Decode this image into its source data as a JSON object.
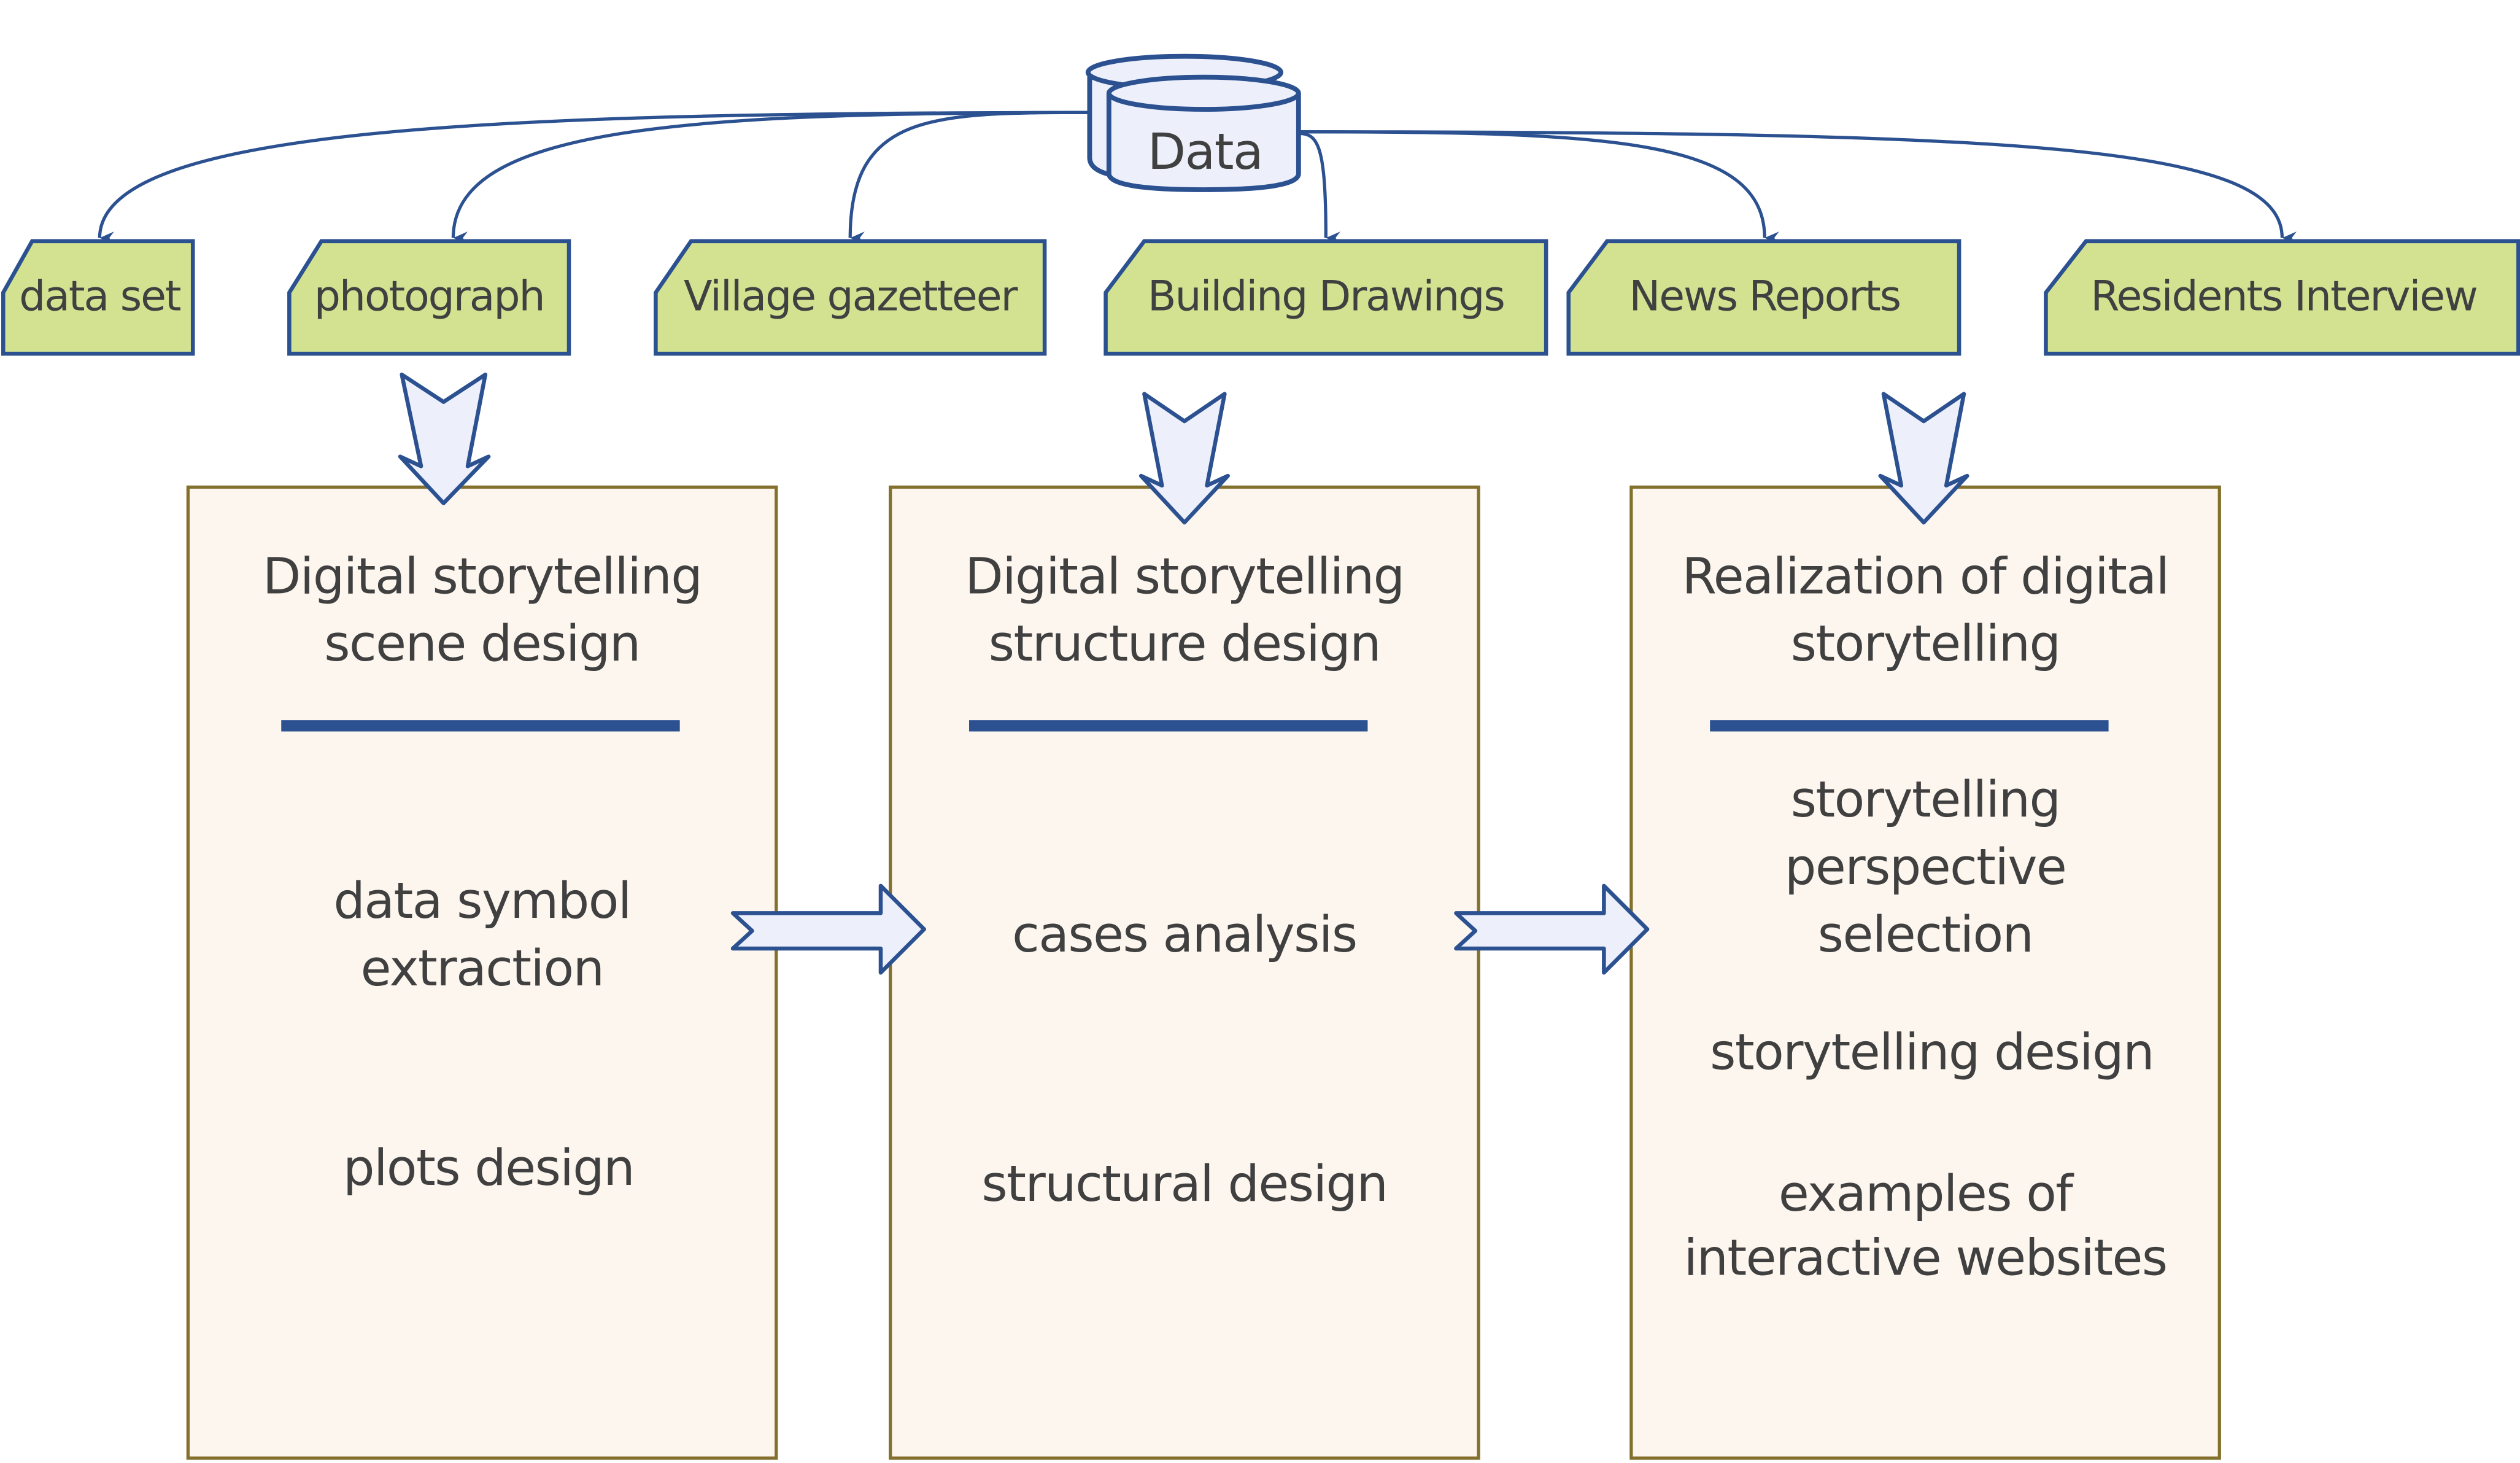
{
  "colors": {
    "line": "#2c5191",
    "source_fill": "#d3e291",
    "panel_fill": "#fdf6ee",
    "panel_border": "#83702d",
    "arrow_fill": "#edf0fb",
    "text": "#404040"
  },
  "root": {
    "label": "Data",
    "icon": "database-icon"
  },
  "sources": [
    {
      "label": "data set"
    },
    {
      "label": "photograph"
    },
    {
      "label": "Village gazetteer"
    },
    {
      "label": "Building Drawings"
    },
    {
      "label": "News Reports"
    },
    {
      "label": "Residents Interview"
    }
  ],
  "panels": [
    {
      "title_lines": [
        "Digital storytelling",
        "scene design"
      ],
      "items": [
        {
          "lines": [
            "data symbol",
            "extraction"
          ]
        },
        {
          "lines": [
            "plots design"
          ]
        }
      ]
    },
    {
      "title_lines": [
        "Digital storytelling",
        "structure design"
      ],
      "items": [
        {
          "lines": [
            "cases analysis"
          ]
        },
        {
          "lines": [
            "structural design"
          ]
        }
      ]
    },
    {
      "title_lines": [
        "Realization of digital",
        "storytelling"
      ],
      "items": [
        {
          "lines": [
            "storytelling",
            "perspective",
            "selection"
          ]
        },
        {
          "lines": [
            "storytelling design"
          ]
        },
        {
          "lines": [
            "examples of",
            "interactive websites"
          ]
        }
      ]
    }
  ]
}
